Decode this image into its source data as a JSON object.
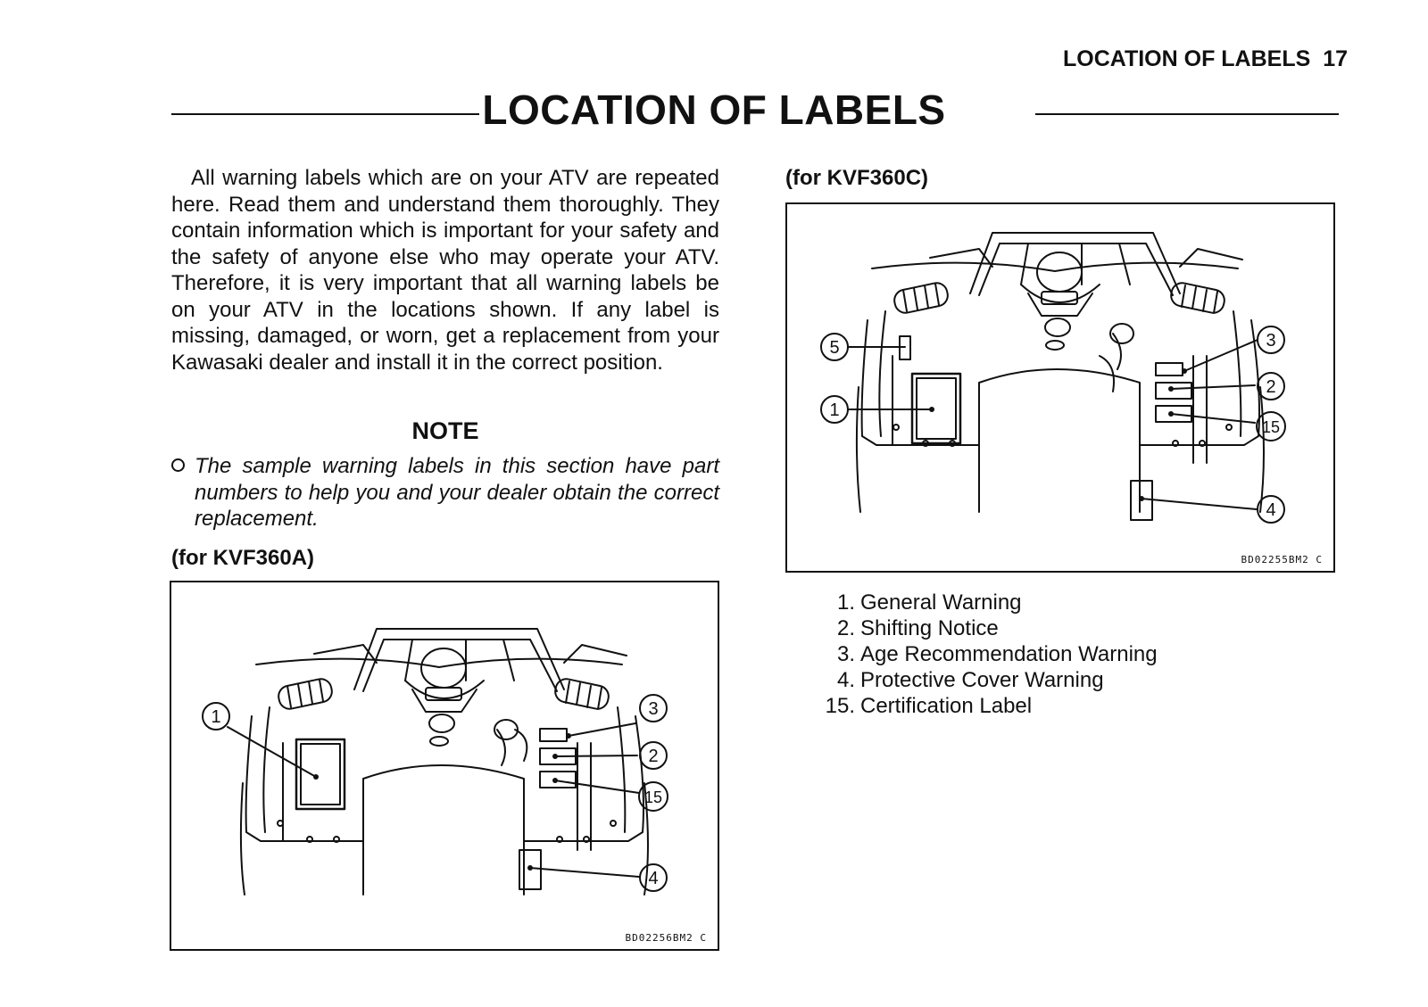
{
  "header": {
    "section": "LOCATION OF LABELS",
    "page_number": "17"
  },
  "title": "LOCATION OF LABELS",
  "intro": "All warning labels which are on your ATV are repeated here. Read them and understand them thoroughly. They contain information which is important for your safety and the safety of anyone else who may operate your ATV. Therefore, it is very important that all warning labels be on your ATV in the locations shown. If any label is missing, damaged, or worn, get a replacement from your Kawasaki dealer and install it in the correct position.",
  "note": {
    "heading": "NOTE",
    "item": "The sample warning labels in this section have part numbers to help you and your dealer obtain the correct replacement."
  },
  "figure_a": {
    "caption": "(for KVF360A)",
    "code": "BD02256BM2  C",
    "callouts": {
      "c1": "1",
      "c2": "2",
      "c3": "3",
      "c4": "4",
      "c15": "15"
    }
  },
  "figure_c": {
    "caption": "(for KVF360C)",
    "code": "BD02255BM2  C",
    "callouts": {
      "c1": "1",
      "c2": "2",
      "c3": "3",
      "c4": "4",
      "c5": "5",
      "c15": "15"
    }
  },
  "legend": [
    {
      "num": "1.",
      "text": "General Warning"
    },
    {
      "num": "2.",
      "text": "Shifting Notice"
    },
    {
      "num": "3.",
      "text": "Age Recommendation Warning"
    },
    {
      "num": "4.",
      "text": "Protective Cover Warning"
    },
    {
      "num": "15.",
      "text": "Certification Label"
    }
  ]
}
